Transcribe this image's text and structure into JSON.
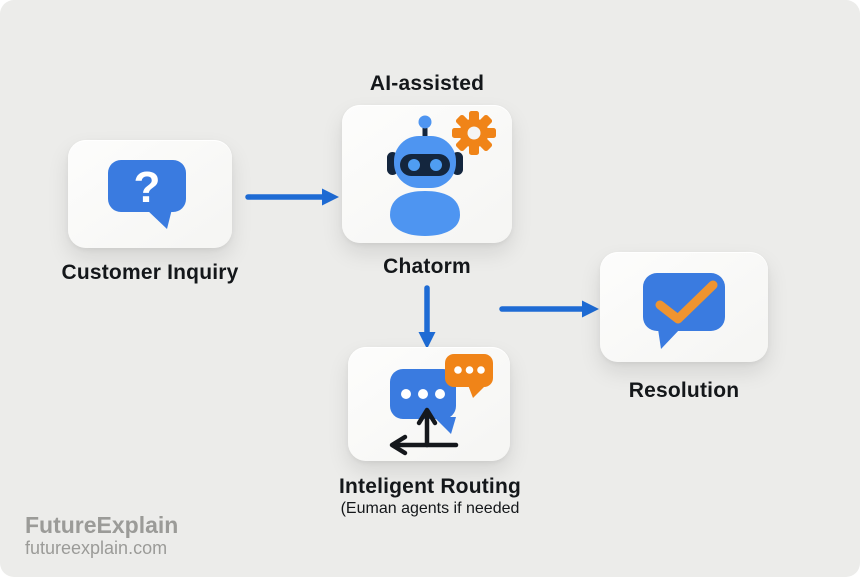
{
  "colors": {
    "page_bg": "#ececea",
    "card_bg": "#f5f5f3",
    "bubble_blue": "#3a7be0",
    "arrow_blue": "#1e6bd4",
    "orange": "#f08418",
    "check_orange": "#ef9430",
    "robot_blue": "#4e95f1",
    "robot_dark": "#14263e",
    "robot_eye": "#4f9df2",
    "icon_black": "#15181c",
    "white": "#ffffff",
    "label_color": "#14171a",
    "watermark_color": "#9b9b98"
  },
  "nodes": {
    "inquiry": {
      "label": "Customer Inquiry",
      "glyph": "?",
      "icon": "question-bubble-icon"
    },
    "chatbot": {
      "label_top": "AI-assisted",
      "label_bottom": "Chatorm",
      "icon": "robot-icon",
      "badge_icon": "gear-icon"
    },
    "routing": {
      "label": "Inteligent Routing",
      "sublabel": "(Euman agents if needed",
      "icon": "chat-bubbles-routing-icon"
    },
    "resolution": {
      "label": "Resolution",
      "icon": "check-bubble-icon"
    }
  },
  "watermark": {
    "brand": "FutureExplain",
    "site": "futureexplain.com"
  }
}
